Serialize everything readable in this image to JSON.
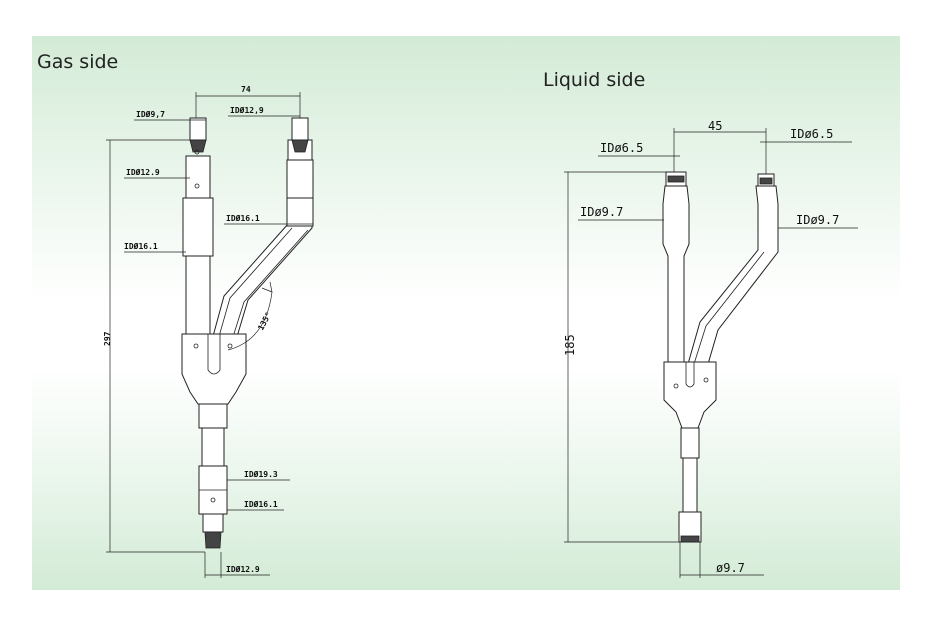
{
  "gas": {
    "title": "Gas side",
    "labels": {
      "top_width": "74",
      "id_9_7": "IDØ9,7",
      "id_12_9_right": "IDØ12,9",
      "id_12_9_left": "IDØ12.9",
      "id_16_1_right": "IDØ16.1",
      "id_16_1_left": "IDØ16.1",
      "angle": "135°",
      "length": "297",
      "id_19_3": "IDØ19.3",
      "id_16_1_bottom": "IDØ16.1",
      "id_12_9_bottom": "IDØ12.9"
    }
  },
  "liquid": {
    "title": "Liquid side",
    "labels": {
      "top_width": "45",
      "id_6_5_left": "IDø6.5",
      "id_6_5_right": "IDø6.5",
      "id_9_7_left": "IDø9.7",
      "id_9_7_right": "IDø9.7",
      "length": "185",
      "bottom_dia": "ø9.7"
    }
  },
  "colors": {
    "background_tint": "#d3ebd6",
    "line": "#222222"
  }
}
